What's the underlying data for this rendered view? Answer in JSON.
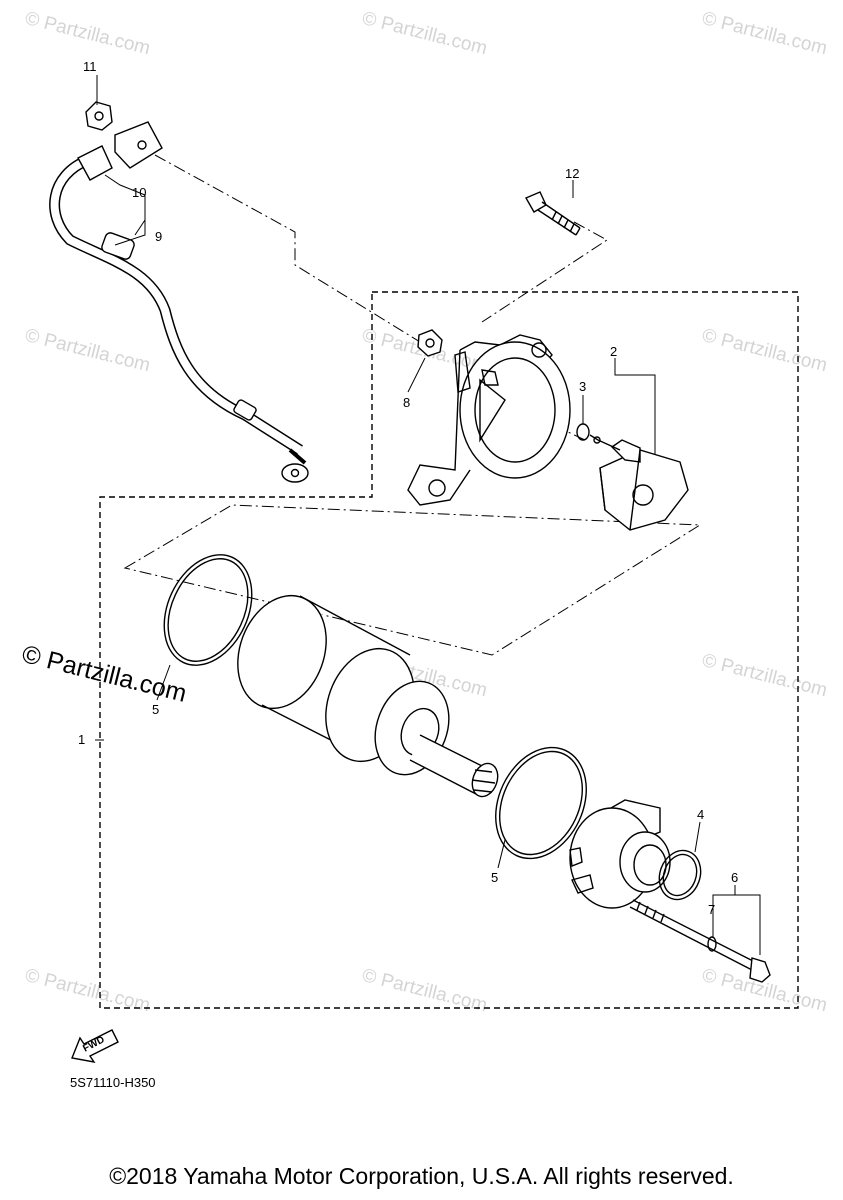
{
  "watermark": {
    "text": "© Partzilla.com",
    "prominent_text": "© Partzilla.com"
  },
  "callouts": {
    "c1": "1",
    "c2": "2",
    "c3": "3",
    "c4": "4",
    "c5a": "5",
    "c5b": "5",
    "c6": "6",
    "c7": "7",
    "c8": "8",
    "c9": "9",
    "c10": "10",
    "c11": "11",
    "c12": "12"
  },
  "fwd_label": "FWD",
  "diagram_code": "5S71110-H350",
  "copyright": "©2018 Yamaha Motor Corporation, U.S.A. All rights reserved."
}
